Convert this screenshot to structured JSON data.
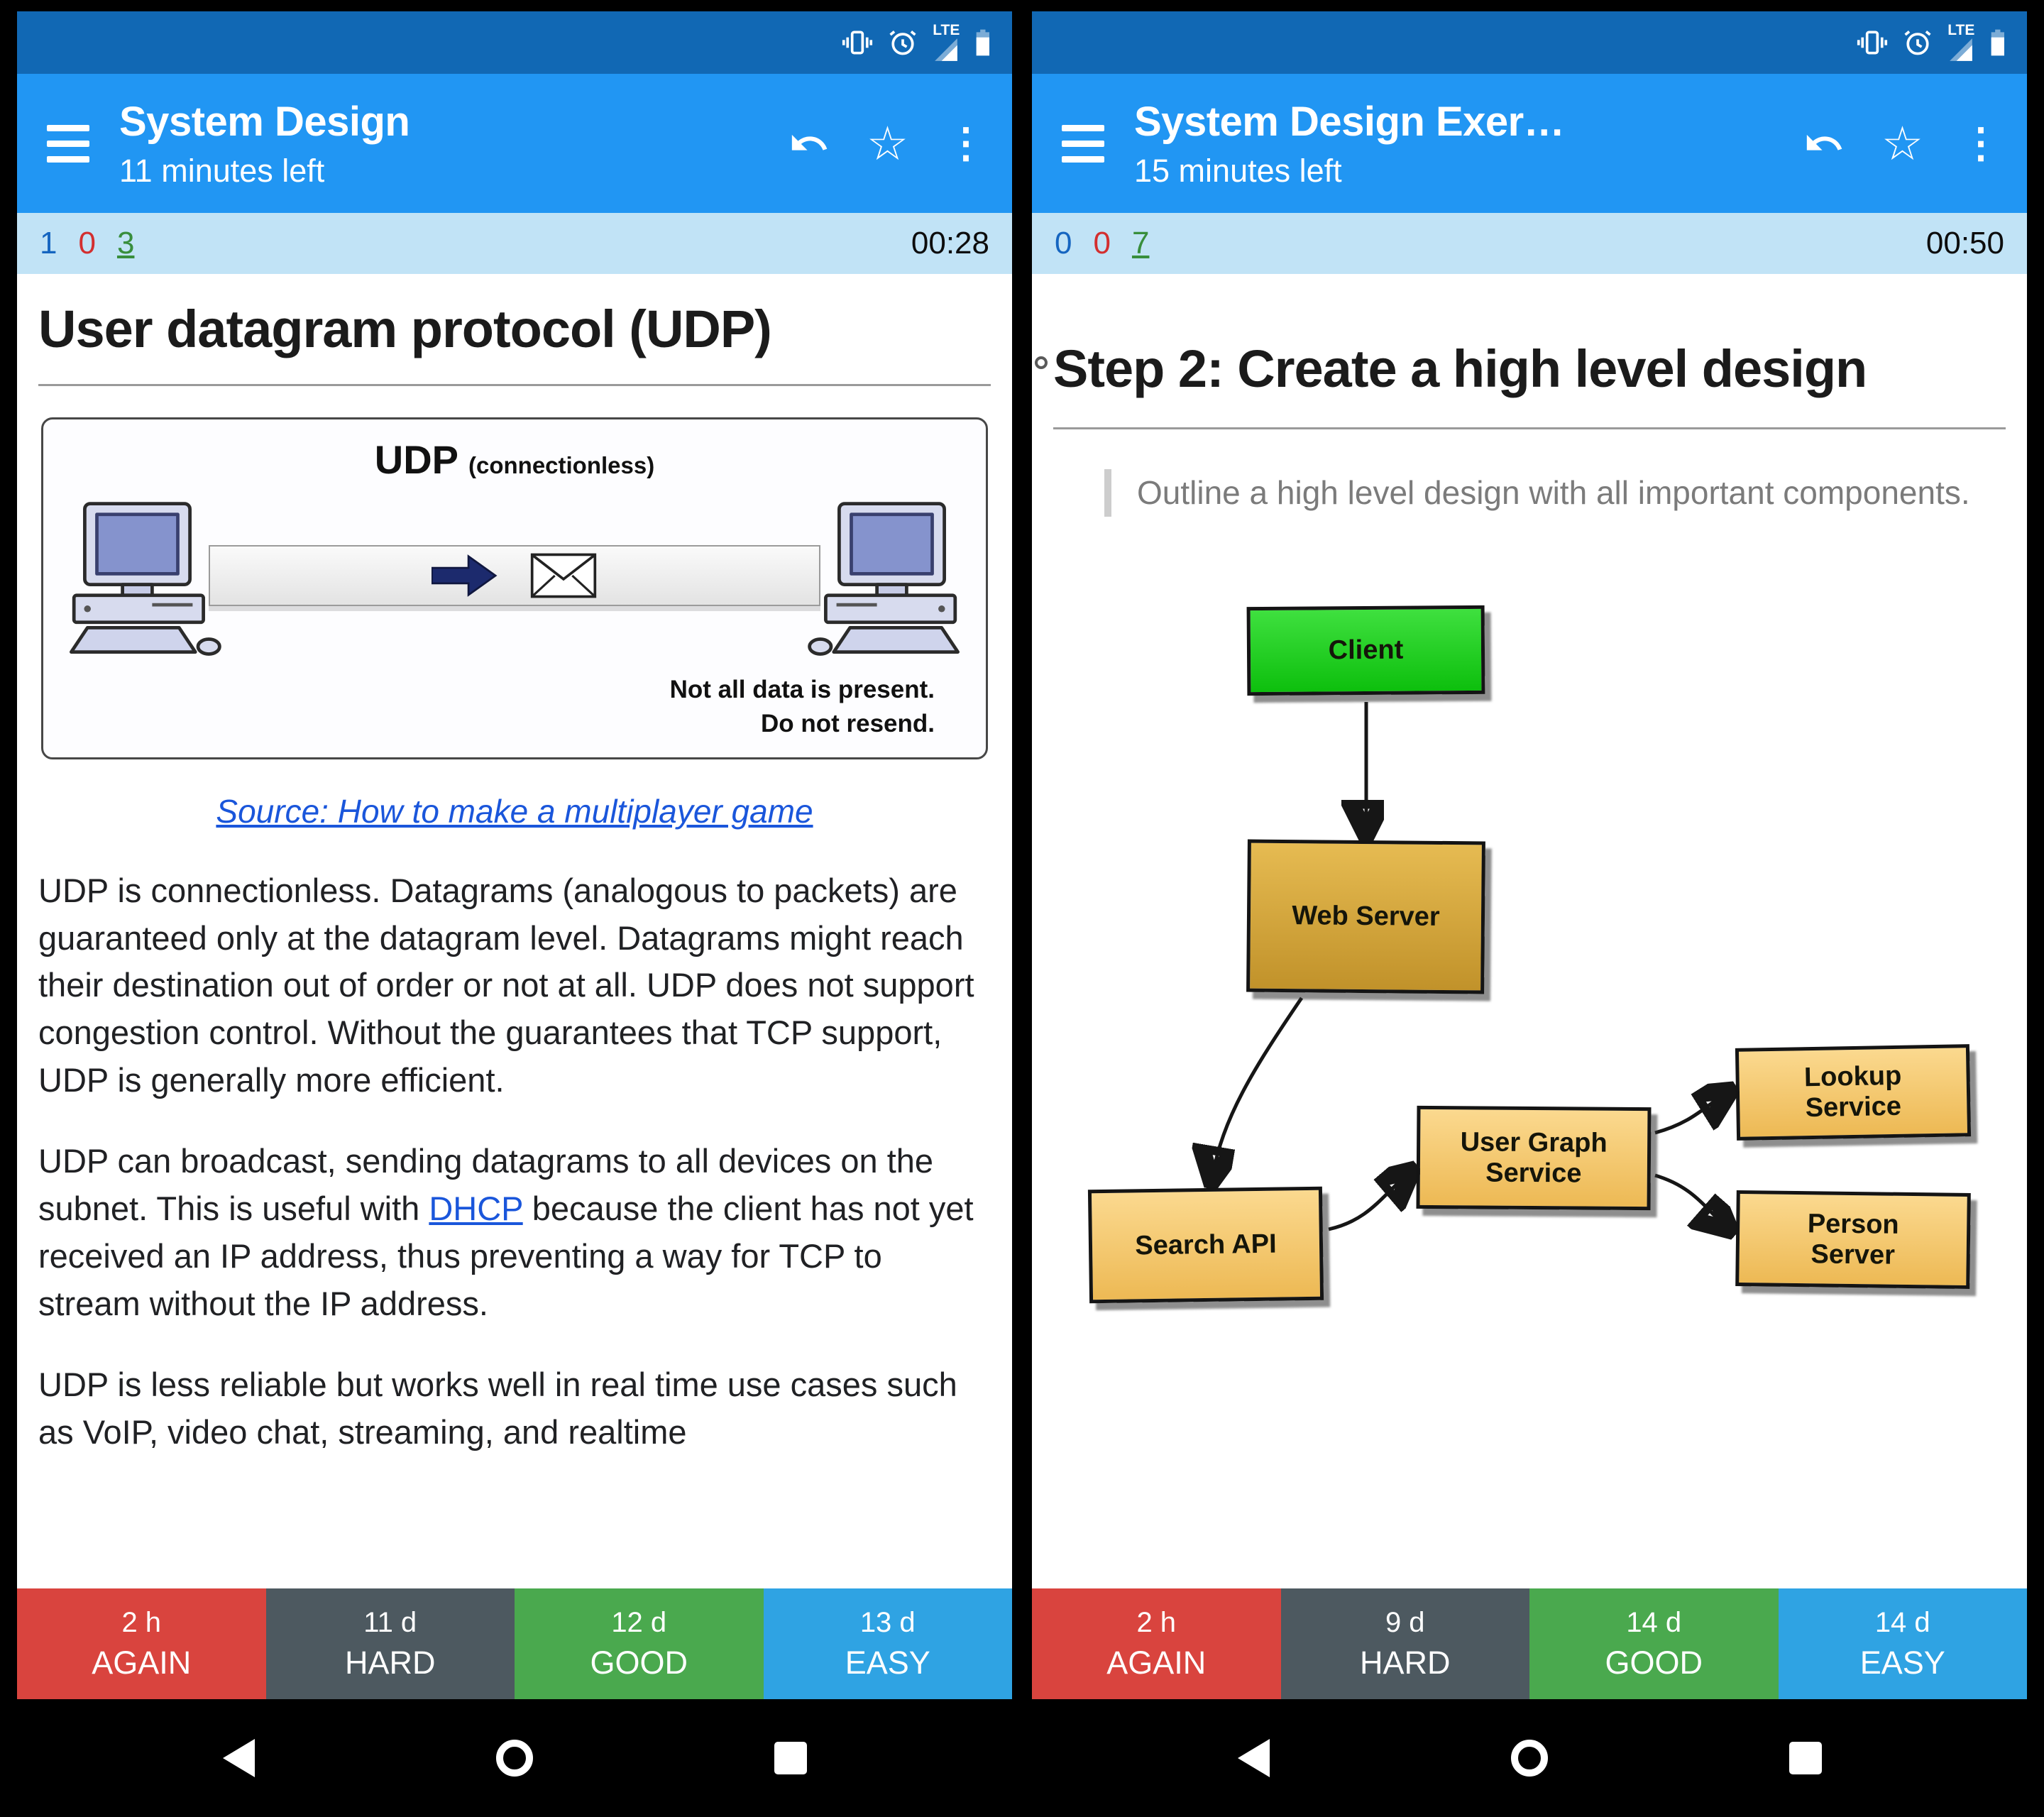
{
  "statusbar": {
    "lte": "LTE"
  },
  "colors": {
    "status_bar": "#1168B4",
    "app_bar": "#2196F3",
    "counter_bar": "#C1E3F6",
    "new_count": "#1565C0",
    "learn_count": "#D32F2F",
    "review_count": "#388E3C",
    "link": "#1a56db",
    "again": "#D9443E",
    "hard": "#4D5960",
    "good": "#4AA94E",
    "easy": "#2FA3E3",
    "client_box": "#3FE03F",
    "server_box": "#C1922A",
    "api_box": "#FBD98F"
  },
  "left": {
    "appbar": {
      "title": "System Design",
      "subtitle": "11 minutes left"
    },
    "counters": {
      "new": "1",
      "learning": "0",
      "review": "3",
      "timer": "00:28"
    },
    "card": {
      "title": "User datagram protocol (UDP)",
      "figure": {
        "title": "UDP",
        "subtitle": "(connectionless)",
        "caption_line1": "Not all data is present.",
        "caption_line2": "Do not resend."
      },
      "source_link": "Source: How to make a multiplayer game",
      "para1": "UDP is connectionless. Datagrams (analogous to packets) are guaranteed only at the datagram level. Datagrams might reach their destination out of order or not at all. UDP does not support congestion control. Without the guarantees that TCP support, UDP is generally more efficient.",
      "para2_before": "UDP can broadcast, sending datagrams to all devices on the subnet. This is useful with ",
      "para2_link": "DHCP",
      "para2_after": " because the client has not yet received an IP address, thus preventing a way for TCP to stream without the IP address.",
      "para3": "UDP is less reliable but works well in real time use cases such as VoIP, video chat, streaming, and realtime"
    },
    "answers": [
      {
        "time": "2 h",
        "label": "AGAIN"
      },
      {
        "time": "11 d",
        "label": "HARD"
      },
      {
        "time": "12 d",
        "label": "GOOD"
      },
      {
        "time": "13 d",
        "label": "EASY"
      }
    ]
  },
  "right": {
    "appbar": {
      "title": "System Design Exer…",
      "subtitle": "15 minutes left"
    },
    "counters": {
      "new": "0",
      "learning": "0",
      "review": "7",
      "timer": "00:50"
    },
    "card": {
      "title": "Step 2: Create a high level design",
      "quote": "Outline a high level design with all important components.",
      "diagram": {
        "client": "Client",
        "web_server": "Web Server",
        "search_api": "Search API",
        "user_graph_service": "User Graph Service",
        "lookup_service": "Lookup Service",
        "person_server": "Person Server"
      }
    },
    "answers": [
      {
        "time": "2 h",
        "label": "AGAIN"
      },
      {
        "time": "9 d",
        "label": "HARD"
      },
      {
        "time": "14 d",
        "label": "GOOD"
      },
      {
        "time": "14 d",
        "label": "EASY"
      }
    ]
  }
}
